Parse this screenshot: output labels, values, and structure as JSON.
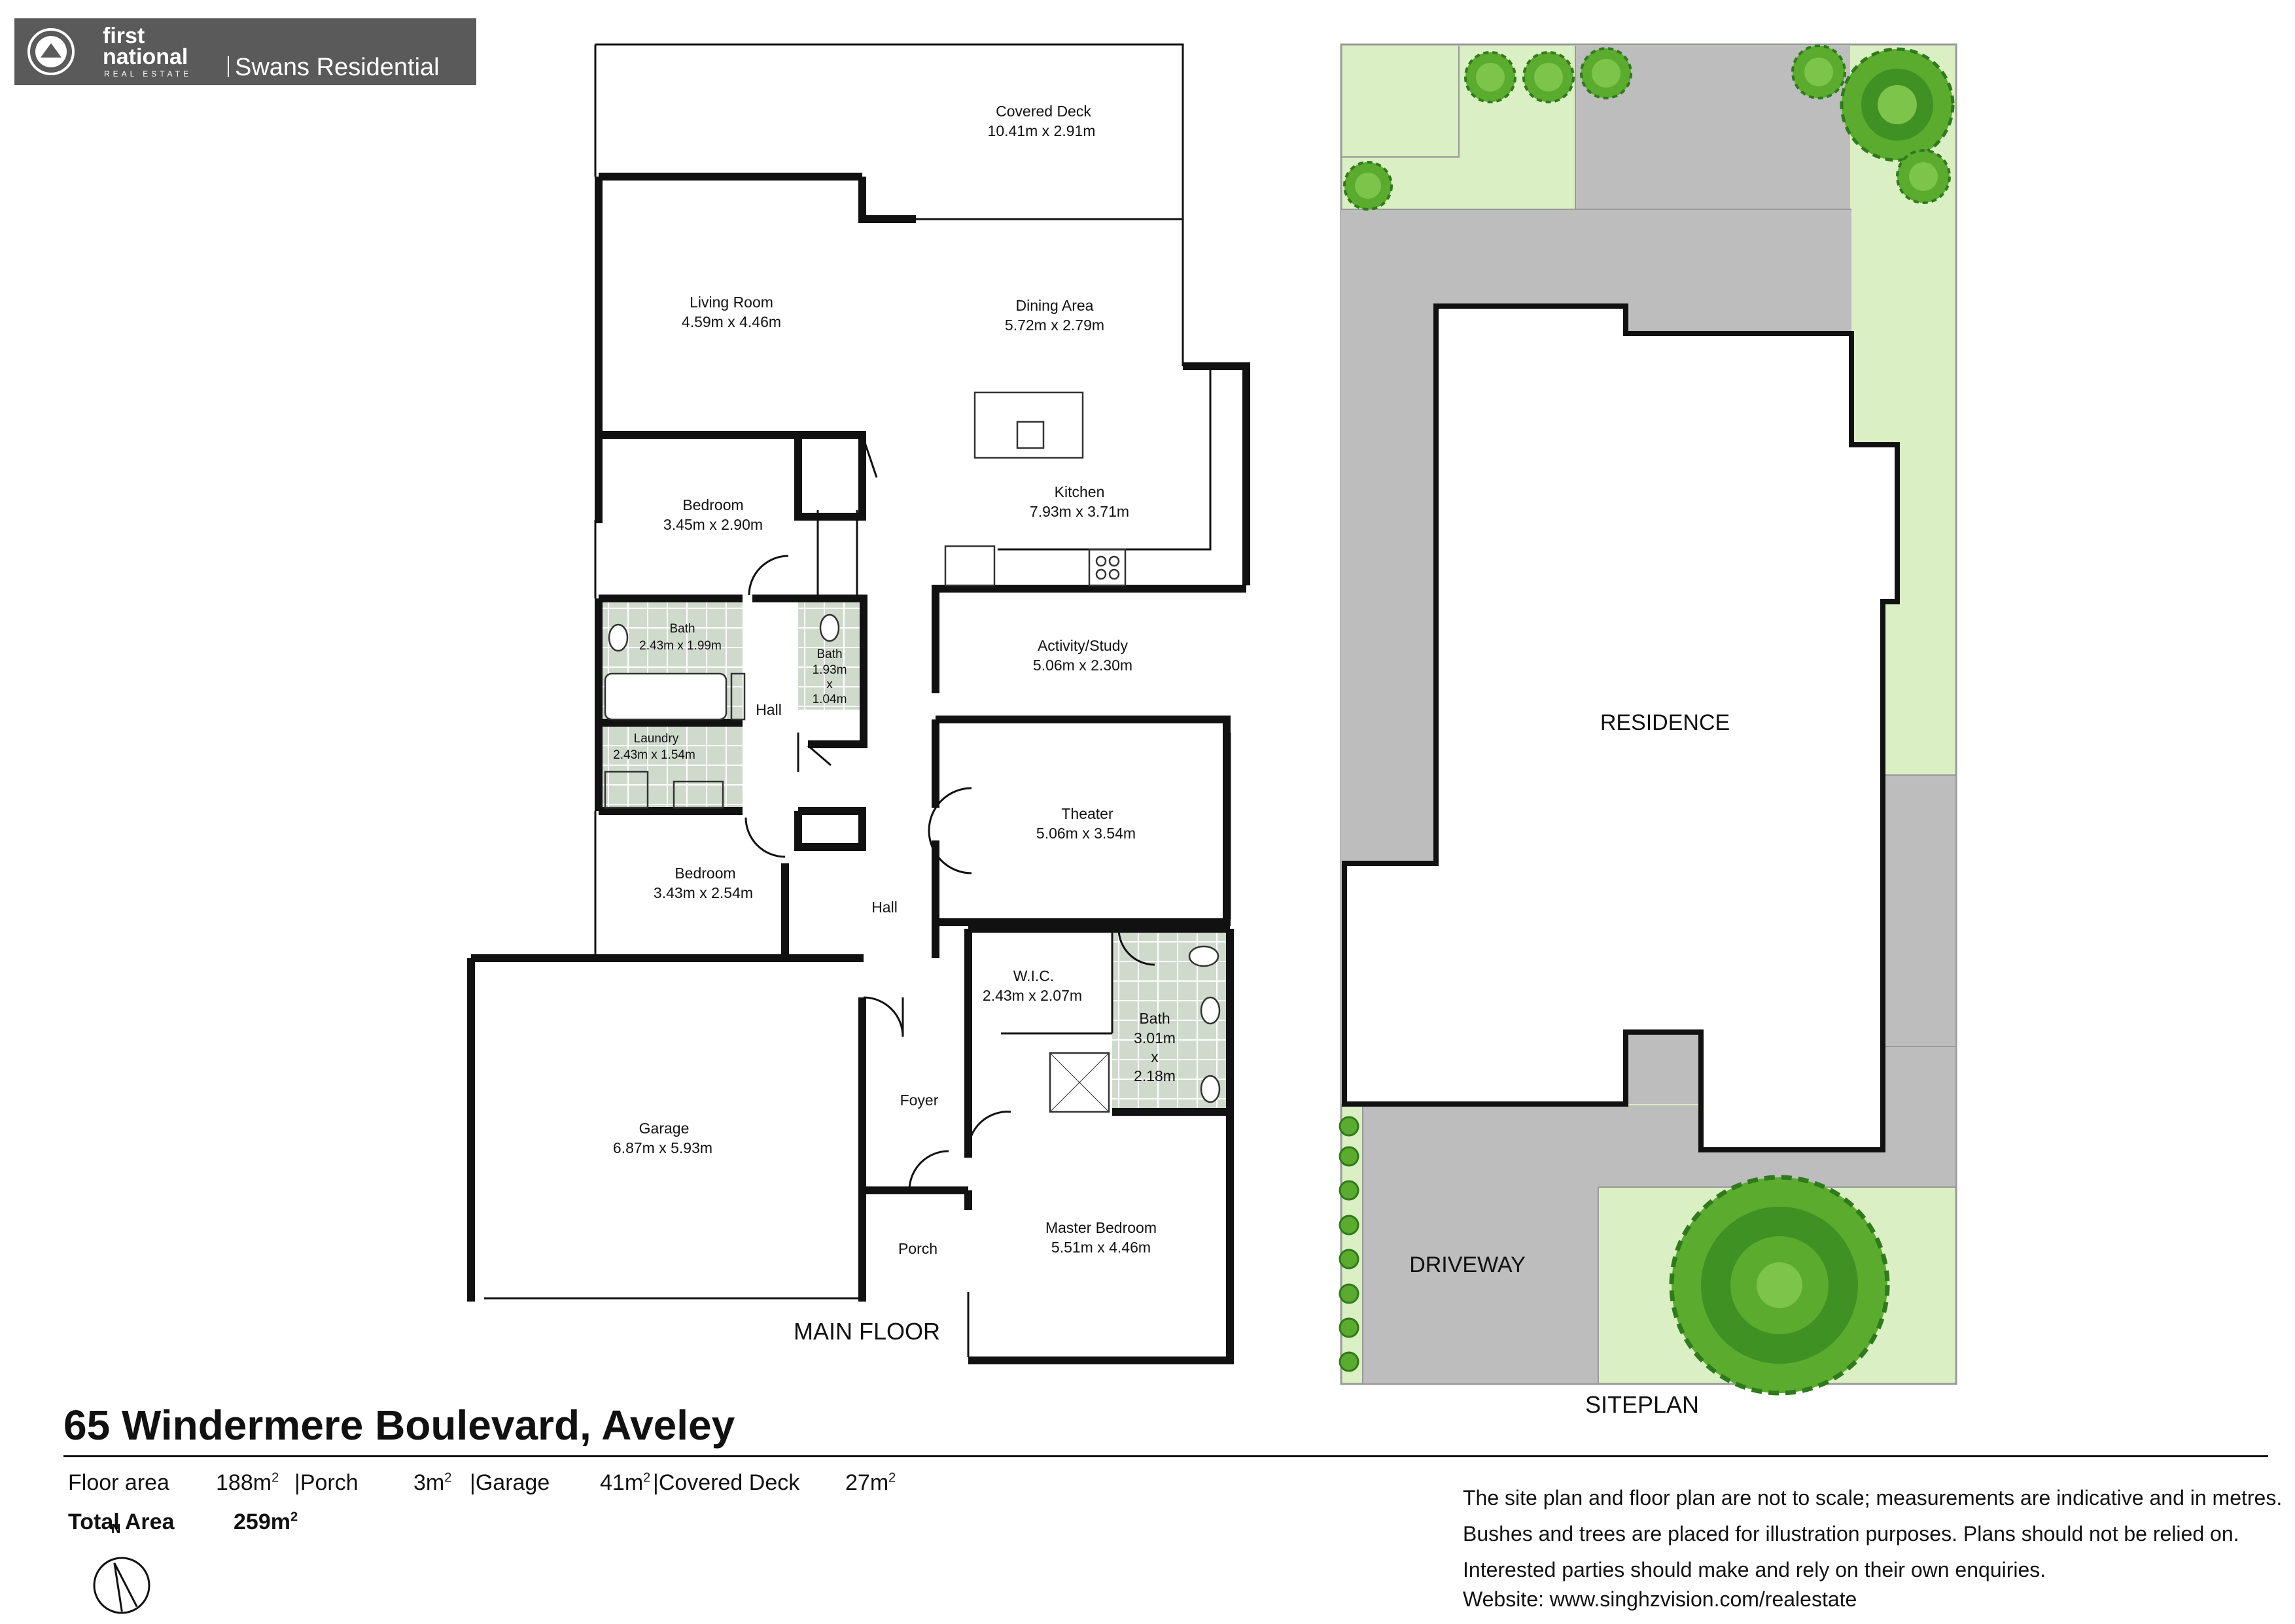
{
  "branding": {
    "brand_line1": "first",
    "brand_line2": "national",
    "brand_tagline": "REAL ESTATE",
    "agency": "Swans Residential"
  },
  "floor_plan": {
    "title": "MAIN FLOOR",
    "rooms": [
      {
        "name": "Covered Deck",
        "size": "10.41m x 2.91m"
      },
      {
        "name": "Living Room",
        "size": "4.59m x 4.46m"
      },
      {
        "name": "Dining Area",
        "size": "5.72m x 2.79m"
      },
      {
        "name": "Kitchen",
        "size": "7.93m x 3.71m"
      },
      {
        "name": "Bedroom",
        "size": "3.45m x 2.90m"
      },
      {
        "name": "Bath",
        "size": "2.43m x 1.99m"
      },
      {
        "name": "Bath",
        "size_parts": [
          "1.93m",
          "x",
          "1.04m"
        ]
      },
      {
        "name": "Laundry",
        "size": "2.43m x 1.54m"
      },
      {
        "name": "Activity/Study",
        "size": "5.06m x 2.30m"
      },
      {
        "name": "Theater",
        "size": "5.06m x 3.54m"
      },
      {
        "name": "Bedroom",
        "size": "3.43m x 2.54m"
      },
      {
        "name": "W.I.C.",
        "size": "2.43m x 2.07m"
      },
      {
        "name": "Bath",
        "size_parts": [
          "3.01m",
          "x",
          "2.18m"
        ]
      },
      {
        "name": "Garage",
        "size": "6.87m x 5.93m"
      },
      {
        "name": "Master Bedroom",
        "size": "5.51m x 4.46m"
      }
    ],
    "spaces": {
      "hall": "Hall",
      "foyer": "Foyer",
      "porch": "Porch"
    }
  },
  "site_plan": {
    "title": "SITEPLAN",
    "residence": "RESIDENCE",
    "driveway": "DRIVEWAY",
    "colors": {
      "lawn": "#dbefc4",
      "paving": "#bdbdbe",
      "tree": "#5aab2e",
      "tree_dark": "#2f7a1c",
      "outline": "#111111"
    }
  },
  "property": {
    "address": "65 Windermere Boulevard, Aveley",
    "areas": [
      {
        "label": "Floor area",
        "value": "188m",
        "unit_sup": "2"
      },
      {
        "label": "|Porch",
        "value": "3m",
        "unit_sup": "2"
      },
      {
        "label": "|Garage",
        "value": "41m",
        "unit_sup": "2"
      },
      {
        "label": "|Covered Deck",
        "value": "27m",
        "unit_sup": "2"
      }
    ],
    "total": {
      "label": "Total Area",
      "value": "259m",
      "unit_sup": "2"
    }
  },
  "disclaimer": [
    "The site plan and floor plan are not to scale; measurements are indicative and in metres.",
    "Bushes and trees are placed for illustration purposes. Plans should not be relied on.",
    "Interested parties should make and rely on their own enquiries.",
    "Website: www.singhzvision.com/realestate"
  ],
  "compass": {
    "label": "N"
  }
}
